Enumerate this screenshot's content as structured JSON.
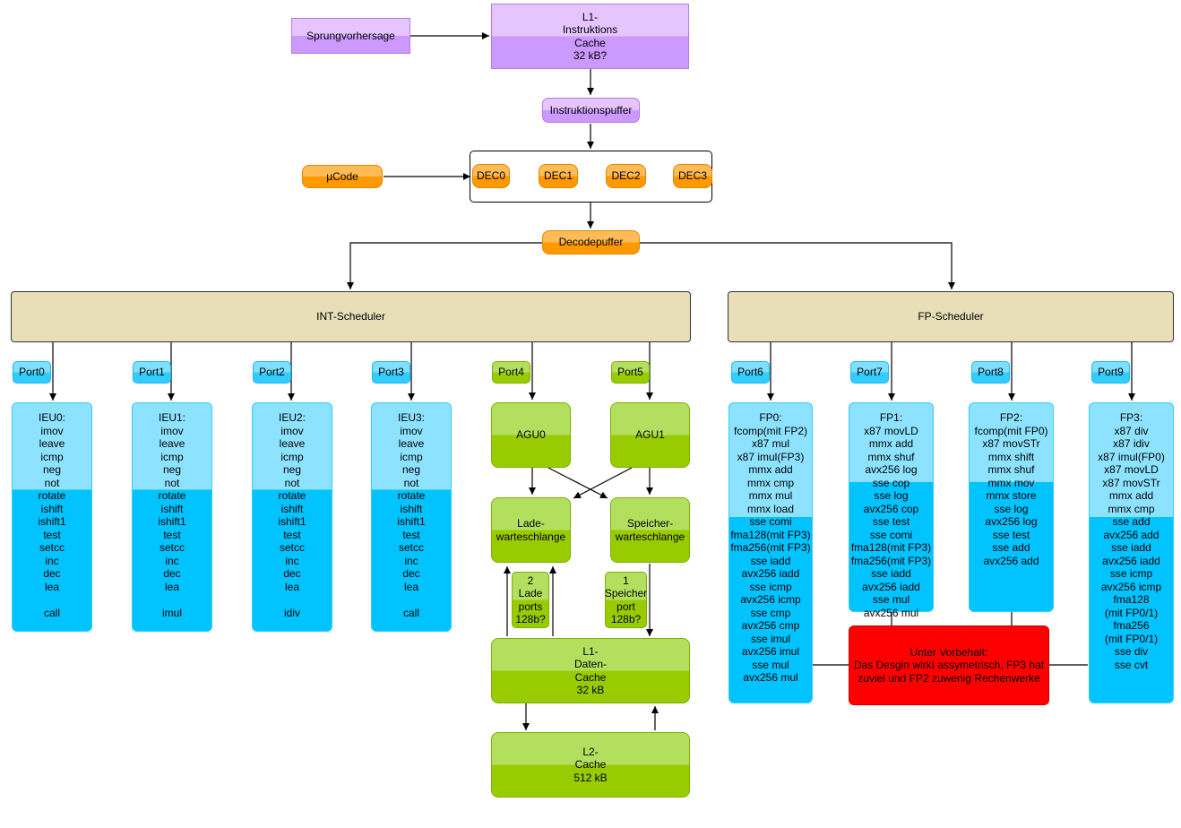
{
  "frontend": {
    "branch_predictor": "Sprungvorhersage",
    "l1i": [
      "L1-",
      "Instruktions",
      "Cache",
      "32 kB?"
    ],
    "instr_buffer": "Instruktionspuffer",
    "ucode": "µCode",
    "decoders": [
      "DEC0",
      "DEC1",
      "DEC2",
      "DEC3"
    ],
    "decode_buffer": "Decodepuffer"
  },
  "schedulers": {
    "int": "INT-Scheduler",
    "fp": "FP-Scheduler"
  },
  "ports": [
    "Port0",
    "Port1",
    "Port2",
    "Port3",
    "Port4",
    "Port5",
    "Port6",
    "Port7",
    "Port8",
    "Port9"
  ],
  "ieu": [
    [
      "IEU0:",
      "imov",
      "leave",
      "icmp",
      "neg",
      "not",
      "rotate",
      "ishift",
      "ishift1",
      "test",
      "setcc",
      "inc",
      "dec",
      "lea",
      "",
      "call"
    ],
    [
      "IEU1:",
      "imov",
      "leave",
      "icmp",
      "neg",
      "not",
      "rotate",
      "ishift",
      "ishift1",
      "test",
      "setcc",
      "inc",
      "dec",
      "lea",
      "",
      "imul"
    ],
    [
      "IEU2:",
      "imov",
      "leave",
      "icmp",
      "neg",
      "not",
      "rotate",
      "ishift",
      "ishift1",
      "test",
      "setcc",
      "inc",
      "dec",
      "lea",
      "",
      "idiv"
    ],
    [
      "IEU3:",
      "imov",
      "leave",
      "icmp",
      "neg",
      "not",
      "rotate",
      "ishift",
      "ishift1",
      "test",
      "setcc",
      "inc",
      "dec",
      "lea",
      "",
      "call"
    ]
  ],
  "memory": {
    "agu0": "AGU0",
    "agu1": "AGU1",
    "load_queue": [
      "Lade-",
      "warteschlange"
    ],
    "store_queue": [
      "Speicher-",
      "warteschlange"
    ],
    "load_ports": [
      "2",
      "Lade",
      "ports",
      "128b?"
    ],
    "store_port": [
      "1",
      "Speicher",
      "port",
      "128b?"
    ],
    "l1d": [
      "L1-",
      "Daten-",
      "Cache",
      "32 kB"
    ],
    "l2": [
      "L2-",
      "Cache",
      "512 kB"
    ]
  },
  "fpu": [
    [
      "FP0:",
      "fcomp(mit FP2)",
      "x87 mul",
      "x87 imul(FP3)",
      "mmx add",
      "mmx cmp",
      "mmx mul",
      "mmx load",
      "sse comi",
      "fma128(mit FP3)",
      "fma256(mit FP3)",
      "sse iadd",
      "avx256 iadd",
      "sse icmp",
      "avx256 icmp",
      "sse cmp",
      "avx256 cmp",
      "sse imul",
      "avx256 imul",
      "sse mul",
      "avx256 mul"
    ],
    [
      "FP1:",
      "x87 movLD",
      "mmx add",
      "mmx shuf",
      "avx256 log",
      "sse cop",
      "sse log",
      "avx256 cop",
      "sse test",
      "sse comi",
      "fma128(mit FP3)",
      "fma256(mit FP3)",
      "sse iadd",
      "avx256 iadd",
      "sse mul",
      "avx256 mul"
    ],
    [
      "FP2:",
      "fcomp(mit FP0)",
      "x87 movSTr",
      "mmx shift",
      "mmx shuf",
      "mmx mov",
      "mmx store",
      "sse  log",
      "avx256 log",
      "sse test",
      "sse add",
      "avx256 add"
    ],
    [
      "FP3:",
      "x87 div",
      "x87 idiv",
      "x87 imul(FP0)",
      "x87 movLD",
      "x87 movSTr",
      "mmx add",
      "mmx cmp",
      "sse add",
      "avx256 add",
      "sse iadd",
      "avx256 iadd",
      "sse icmp",
      "avx256 icmp",
      "fma128",
      "(mit FP0/1)",
      "fma256",
      "(mit FP0/1)",
      "sse div",
      "sse cvt"
    ]
  ],
  "note": [
    "Unter Vorbehalt:",
    "Das Desgin wirkt assymetrisch, FP3 hat",
    "zuviel und FP2 zuwenig Rechenwerke"
  ]
}
